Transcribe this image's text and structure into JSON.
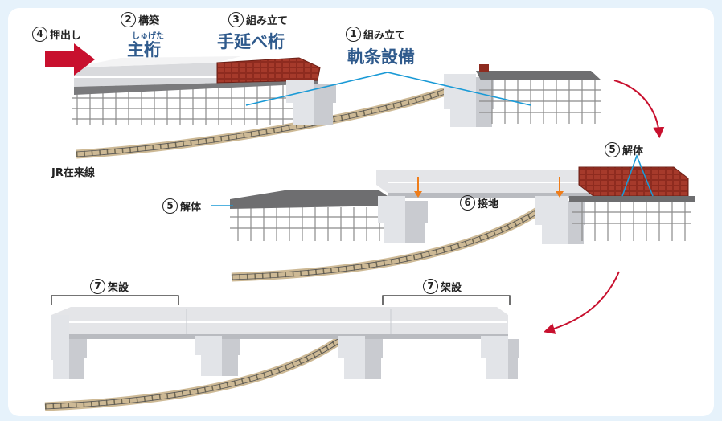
{
  "labels": {
    "step1": {
      "num": "1",
      "text": "組み立て",
      "sub": "軌条設備"
    },
    "step2": {
      "num": "2",
      "text": "構築",
      "ruby": "しゅげた",
      "sub": "主桁"
    },
    "step3": {
      "num": "3",
      "text": "組み立て",
      "sub": "手延べ桁"
    },
    "step4": {
      "num": "4",
      "text": "押出し"
    },
    "step5a": {
      "num": "5",
      "text": "解体"
    },
    "step5b": {
      "num": "5",
      "text": "解体"
    },
    "step6": {
      "num": "6",
      "text": "接地"
    },
    "step7a": {
      "num": "7",
      "text": "架設"
    },
    "step7b": {
      "num": "7",
      "text": "架設"
    },
    "track": "JR在来線"
  },
  "colors": {
    "background": "#e6f2fb",
    "panel": "#ffffff",
    "accent_red": "#c8102e",
    "brick": "#8e2b1f",
    "deck": "#6e6e70",
    "pier": "#e2e4e8",
    "leader": "#1a9ad6",
    "sub_text": "#2f5a8c",
    "down_arrow": "#ef7d1a",
    "rail_bed": "#cdb995",
    "sleeper": "#6e6650"
  }
}
